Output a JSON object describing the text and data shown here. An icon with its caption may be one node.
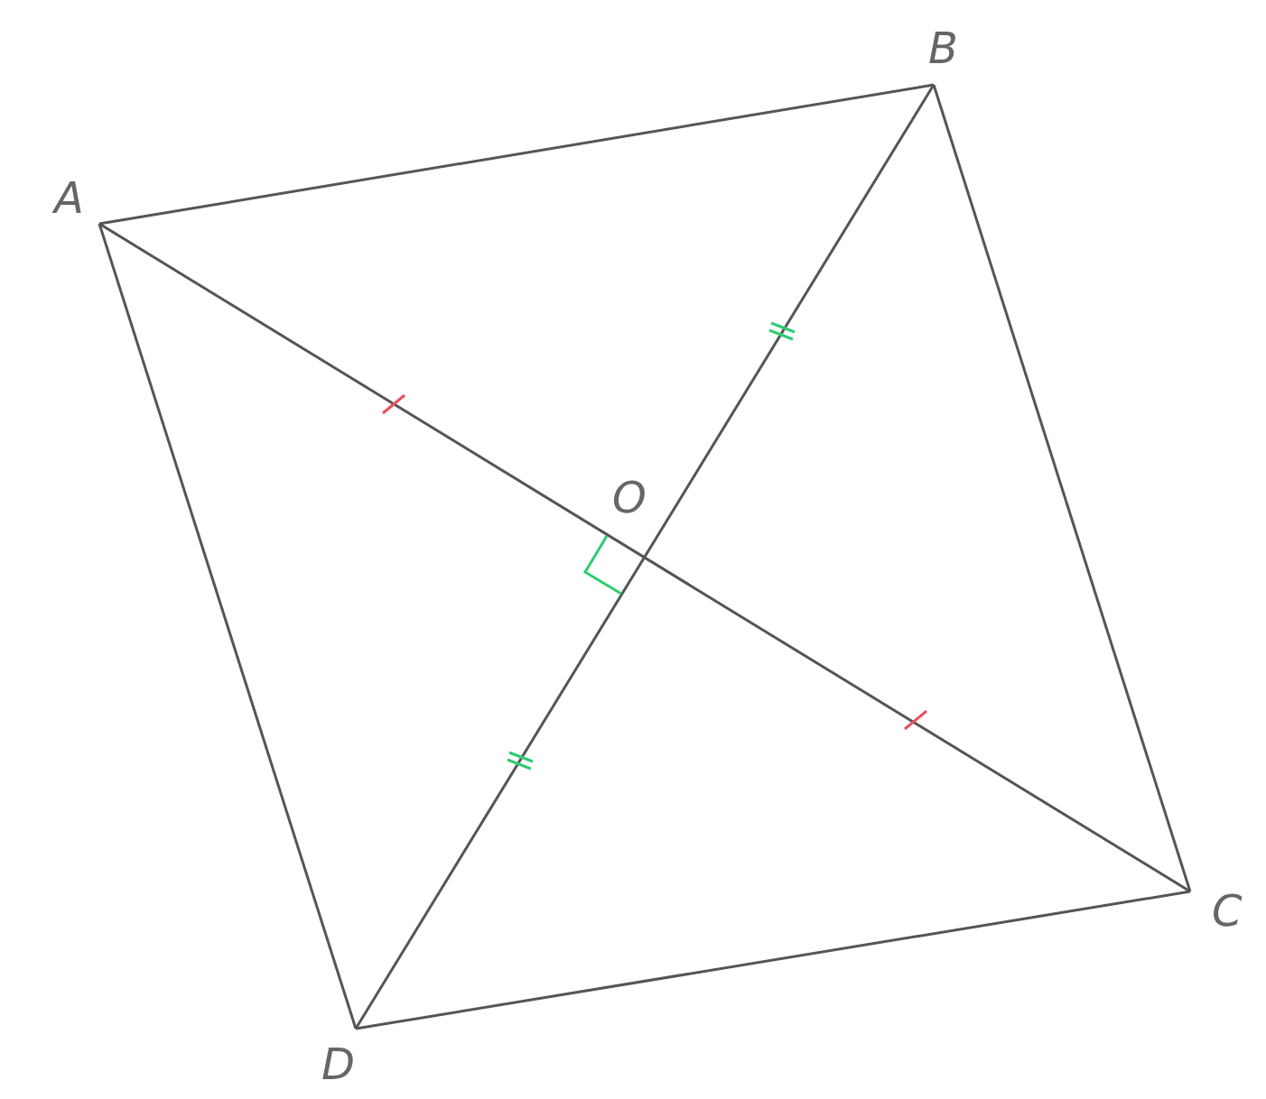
{
  "diagram": {
    "nodes": [
      {
        "text": [
          "A"
        ]
      },
      {
        "text": [
          "B"
        ]
      },
      {
        "text": [
          "C"
        ]
      },
      {
        "text": [
          "D"
        ]
      }
    ],
    "edges": [
      {
        "from": 0,
        "to": 1,
        "arrow": "none"
      },
      {
        "from": 1,
        "to": 2,
        "arrow": "none"
      },
      {
        "from": 2,
        "to": 3,
        "arrow": "none"
      },
      {
        "from": 3,
        "to": 0,
        "arrow": "none"
      },
      {
        "from": 0,
        "to": 2,
        "arrow": "none"
      },
      {
        "from": 1,
        "to": 3,
        "arrow": "none"
      }
    ],
    "labels": [
      "O"
    ]
  }
}
